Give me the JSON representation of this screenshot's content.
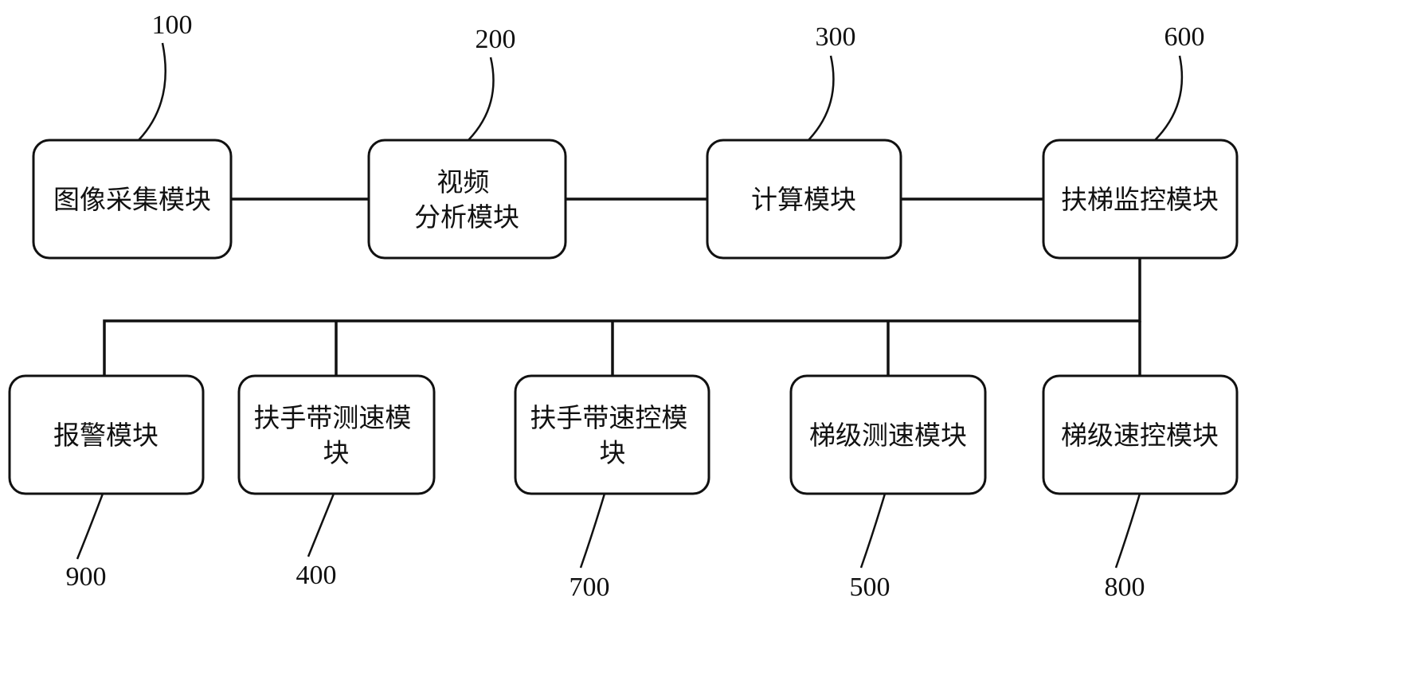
{
  "diagram": {
    "type": "block-diagram",
    "colors": {
      "ink": "#111111",
      "background": "#ffffff"
    },
    "nodes": {
      "image_capture": {
        "label": "图像采集模块",
        "ref": "100"
      },
      "video_analysis": {
        "line1": "视频",
        "line2": "分析模块",
        "ref": "200"
      },
      "compute": {
        "label": "计算模块",
        "ref": "300"
      },
      "escalator_monitor": {
        "label": "扶梯监控模块",
        "ref": "600"
      },
      "alarm": {
        "label": "报警模块",
        "ref": "900"
      },
      "handrail_speed_measure": {
        "line1": "扶手带测速模",
        "line2": "块",
        "ref": "400"
      },
      "handrail_speed_control": {
        "line1": "扶手带速控模",
        "line2": "块",
        "ref": "700"
      },
      "step_speed_measure": {
        "label": "梯级测速模块",
        "ref": "500"
      },
      "step_speed_control": {
        "label": "梯级速控模块",
        "ref": "800"
      }
    },
    "edges": [
      "image_capture - video_analysis",
      "video_analysis - compute",
      "compute - escalator_monitor",
      "escalator_monitor - alarm",
      "escalator_monitor - handrail_speed_measure",
      "escalator_monitor - handrail_speed_control",
      "escalator_monitor - step_speed_measure",
      "escalator_monitor - step_speed_control"
    ]
  }
}
